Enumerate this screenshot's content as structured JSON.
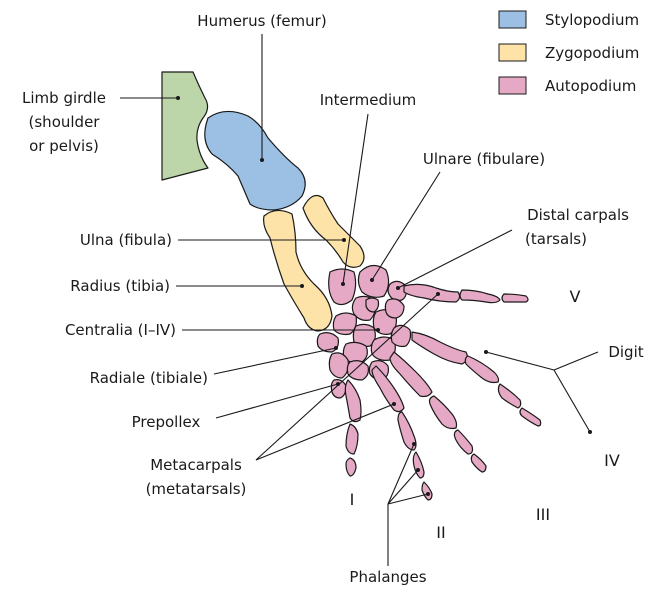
{
  "colors": {
    "stylopodium": "#9cc0e4",
    "zygopodium": "#fde3a7",
    "autopodium": "#e5a9c6",
    "girdle": "#bcd6aa"
  },
  "legend": [
    {
      "label": "Stylopodium",
      "color": "#9cc0e4"
    },
    {
      "label": "Zygopodium",
      "color": "#fde3a7"
    },
    {
      "label": "Autopodium",
      "color": "#e5a9c6"
    }
  ],
  "labels": {
    "humerus": "Humerus (femur)",
    "limb_girdle_1": "Limb girdle",
    "limb_girdle_2": "(shoulder",
    "limb_girdle_3": "or pelvis)",
    "intermedium": "Intermedium",
    "ulnare": "Ulnare (fibulare)",
    "distal_carpals_1": "Distal carpals",
    "distal_carpals_2": "(tarsals)",
    "ulna": "Ulna (fibula)",
    "radius": "Radius (tibia)",
    "centralia": "Centralia (I–IV)",
    "radiale": "Radiale (tibiale)",
    "prepollex": "Prepollex",
    "metacarpals_1": "Metacarpals",
    "metacarpals_2": "(metatarsals)",
    "digit": "Digit",
    "phalanges": "Phalanges"
  },
  "digits": {
    "I": "I",
    "II": "II",
    "III": "III",
    "IV": "IV",
    "V": "V"
  }
}
